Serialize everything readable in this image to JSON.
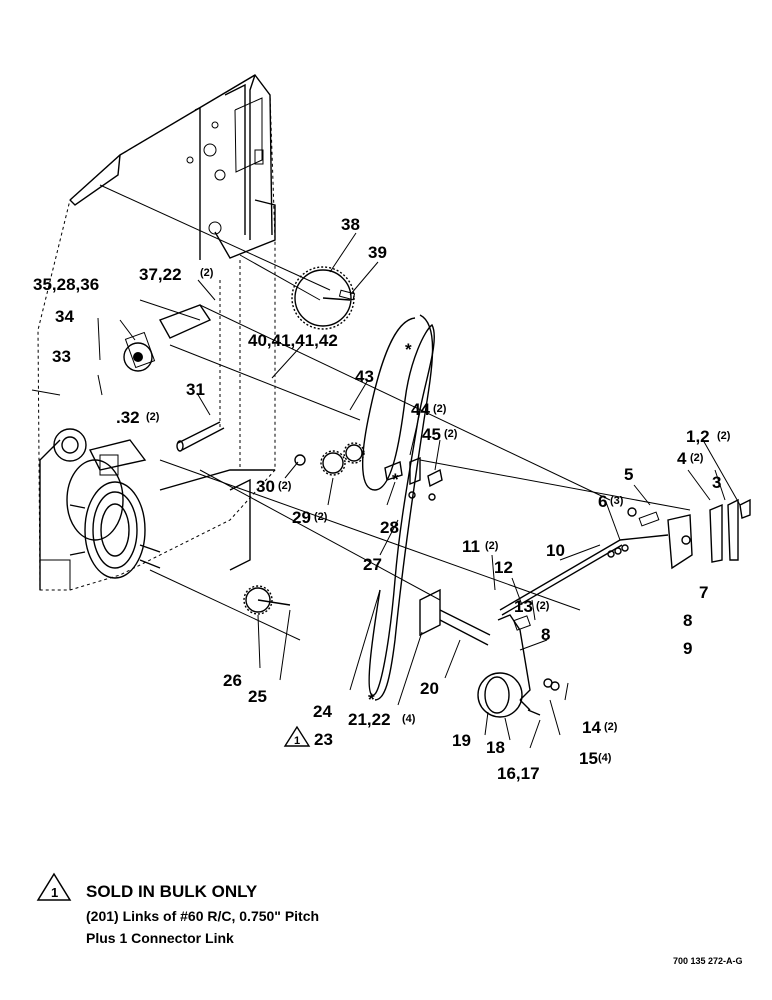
{
  "callouts": {
    "c1": "1,2",
    "c3": "3",
    "c4": "4",
    "c5": "5",
    "c6": "6",
    "c7": "7",
    "c8a": "8",
    "c8b": "8",
    "c9": "9",
    "c10": "10",
    "c11": "11",
    "c12": "12",
    "c13": "13",
    "c14": "14",
    "c15": "15",
    "c16": "16,17",
    "c18": "18",
    "c19": "19",
    "c20": "20",
    "c21": "21,22",
    "c23": "23",
    "c24": "24",
    "c25": "25",
    "c26": "26",
    "c27": "27",
    "c28": "28",
    "c29": "29",
    "c30": "30",
    "c31": "31",
    "c32": ".32",
    "c33": "33",
    "c34": "34",
    "c35": "35,28,36",
    "c37": "37,22",
    "c38": "38",
    "c39": "39",
    "c40": "40,41,41,42",
    "c43": "43",
    "c44": "44",
    "c45": "45"
  },
  "quantities": {
    "q1": "(2)",
    "q4": "(2)",
    "q6": "(3)",
    "q11": "(2)",
    "q13": "(2)",
    "q14": "(2)",
    "q15": "(4)",
    "q21": "(4)",
    "q29": "(2)",
    "q30": "(2)",
    "q32": "(2)",
    "q37": "(2)",
    "q44": "(2)",
    "q45": "(2)"
  },
  "note": {
    "marker": "1",
    "title": "SOLD IN BULK ONLY",
    "line1": "(201) Links of #60 R/C, 0.750\" Pitch",
    "line2": "Plus 1 Connector Link"
  },
  "reference": "700 135 272-A-G"
}
